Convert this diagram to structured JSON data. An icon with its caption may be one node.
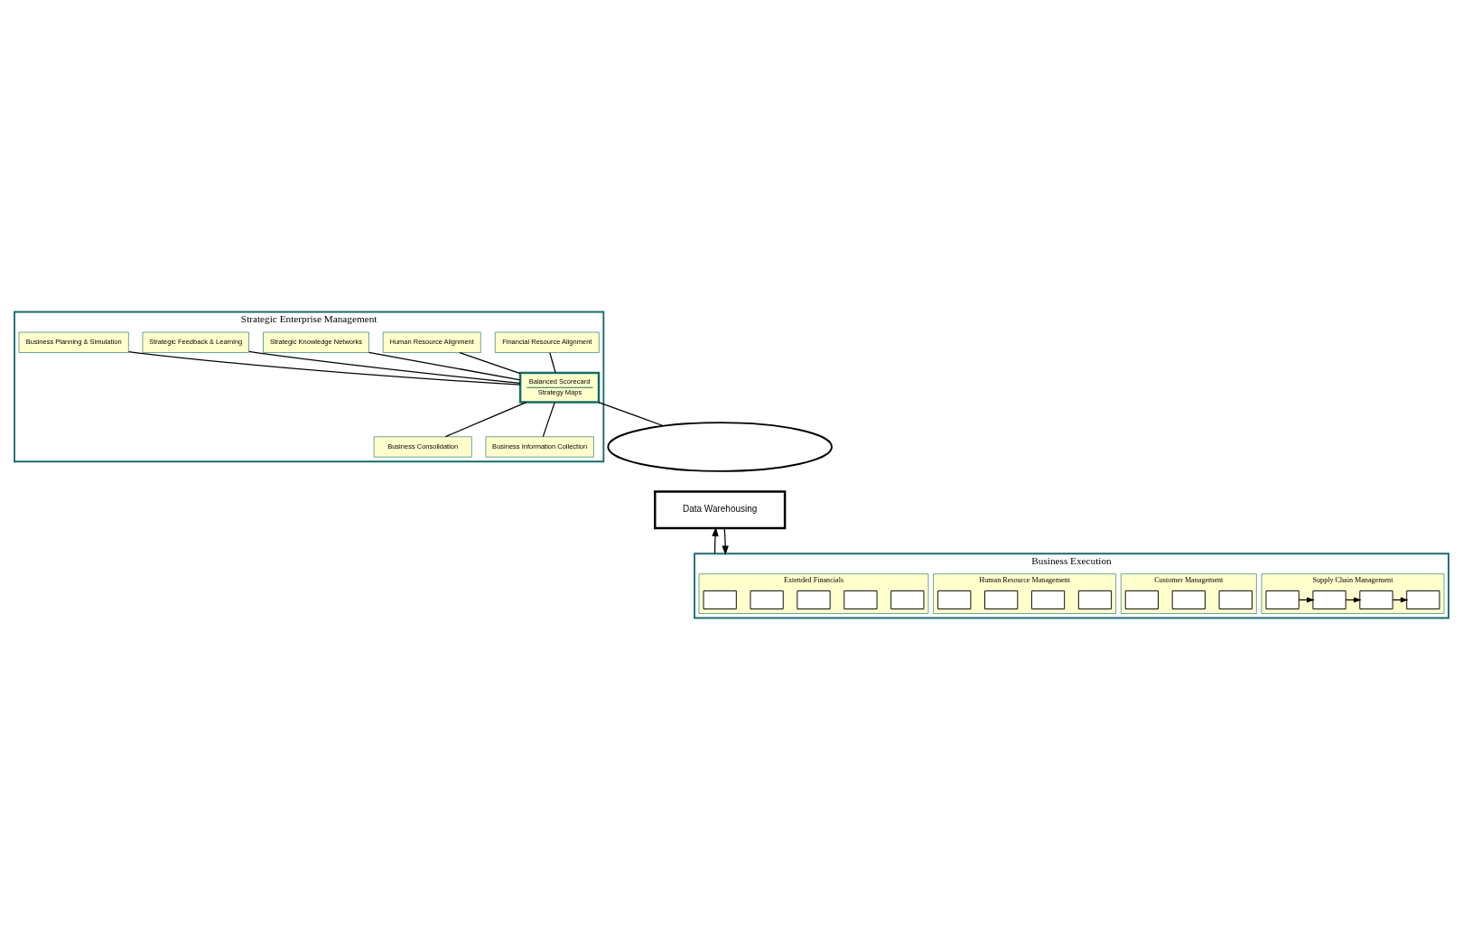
{
  "diagram": {
    "nodes": [
      {
        "text": [
          "Strategic Enterprise Management"
        ]
      },
      {
        "text": [
          "Business Planning & Simulation"
        ],
        "in": 0
      },
      {
        "text": [
          "Strategic Feedback & Learning"
        ],
        "in": 0
      },
      {
        "text": [
          "Strategic Knowledge Networks"
        ],
        "in": 0
      },
      {
        "text": [
          "Human Resource Alignment"
        ],
        "in": 0
      },
      {
        "text": [
          "Financial Resource Alignment"
        ],
        "in": 0
      },
      {
        "text": [
          "Balanced Scorecard",
          "Strategy Maps"
        ],
        "in": 0
      },
      {
        "text": [
          "Business Information Collection"
        ],
        "in": 0
      },
      {
        "text": [
          "Business Consolidation"
        ],
        "in": 0
      },
      {
        "text": [],
        "shape": "ellipse"
      },
      {
        "text": [
          "Data Warehousing"
        ]
      },
      {
        "text": [
          "Business Execution"
        ]
      },
      {
        "text": [
          "Extended Financials"
        ],
        "in": 11
      },
      {
        "text": [],
        "shape": "box",
        "in": 12
      },
      {
        "text": [],
        "shape": "box",
        "in": 12
      },
      {
        "text": [],
        "shape": "box",
        "in": 12
      },
      {
        "text": [],
        "shape": "box",
        "in": 12
      },
      {
        "text": [],
        "shape": "box",
        "in": 12
      },
      {
        "text": [
          "Human Resource Management"
        ],
        "in": 11
      },
      {
        "text": [],
        "shape": "box",
        "in": 18
      },
      {
        "text": [],
        "shape": "box",
        "in": 18
      },
      {
        "text": [],
        "shape": "box",
        "in": 18
      },
      {
        "text": [],
        "shape": "box",
        "in": 18
      },
      {
        "text": [
          "Customer Management"
        ],
        "in": 11
      },
      {
        "text": [],
        "shape": "box",
        "in": 23
      },
      {
        "text": [],
        "shape": "box",
        "in": 23
      },
      {
        "text": [],
        "shape": "box",
        "in": 23
      },
      {
        "text": [
          "Supply Chain Management"
        ],
        "in": 11
      },
      {
        "text": [],
        "shape": "box",
        "in": 27
      },
      {
        "text": [],
        "shape": "box",
        "in": 27
      },
      {
        "text": [],
        "shape": "box",
        "in": 27
      },
      {
        "text": [],
        "shape": "box",
        "in": 27
      }
    ],
    "edges": [
      {
        "from": 1,
        "to": 6,
        "arrow": "none"
      },
      {
        "from": 2,
        "to": 6,
        "arrow": "none"
      },
      {
        "from": 3,
        "to": 6,
        "arrow": "none"
      },
      {
        "from": 4,
        "to": 6,
        "arrow": "none"
      },
      {
        "from": 5,
        "to": 6,
        "arrow": "none"
      },
      {
        "from": 6,
        "to": 7,
        "arrow": "none"
      },
      {
        "from": 6,
        "to": 8,
        "arrow": "none"
      },
      {
        "from": 6,
        "to": 9,
        "arrow": "none"
      },
      {
        "from": 11,
        "to": 10,
        "arrow": "to"
      },
      {
        "from": 10,
        "to": 11,
        "arrow": "to"
      },
      {
        "from": 28,
        "to": 29,
        "arrow": "to"
      },
      {
        "from": 29,
        "to": 30,
        "arrow": "to"
      },
      {
        "from": 30,
        "to": 31,
        "arrow": "to"
      }
    ]
  }
}
